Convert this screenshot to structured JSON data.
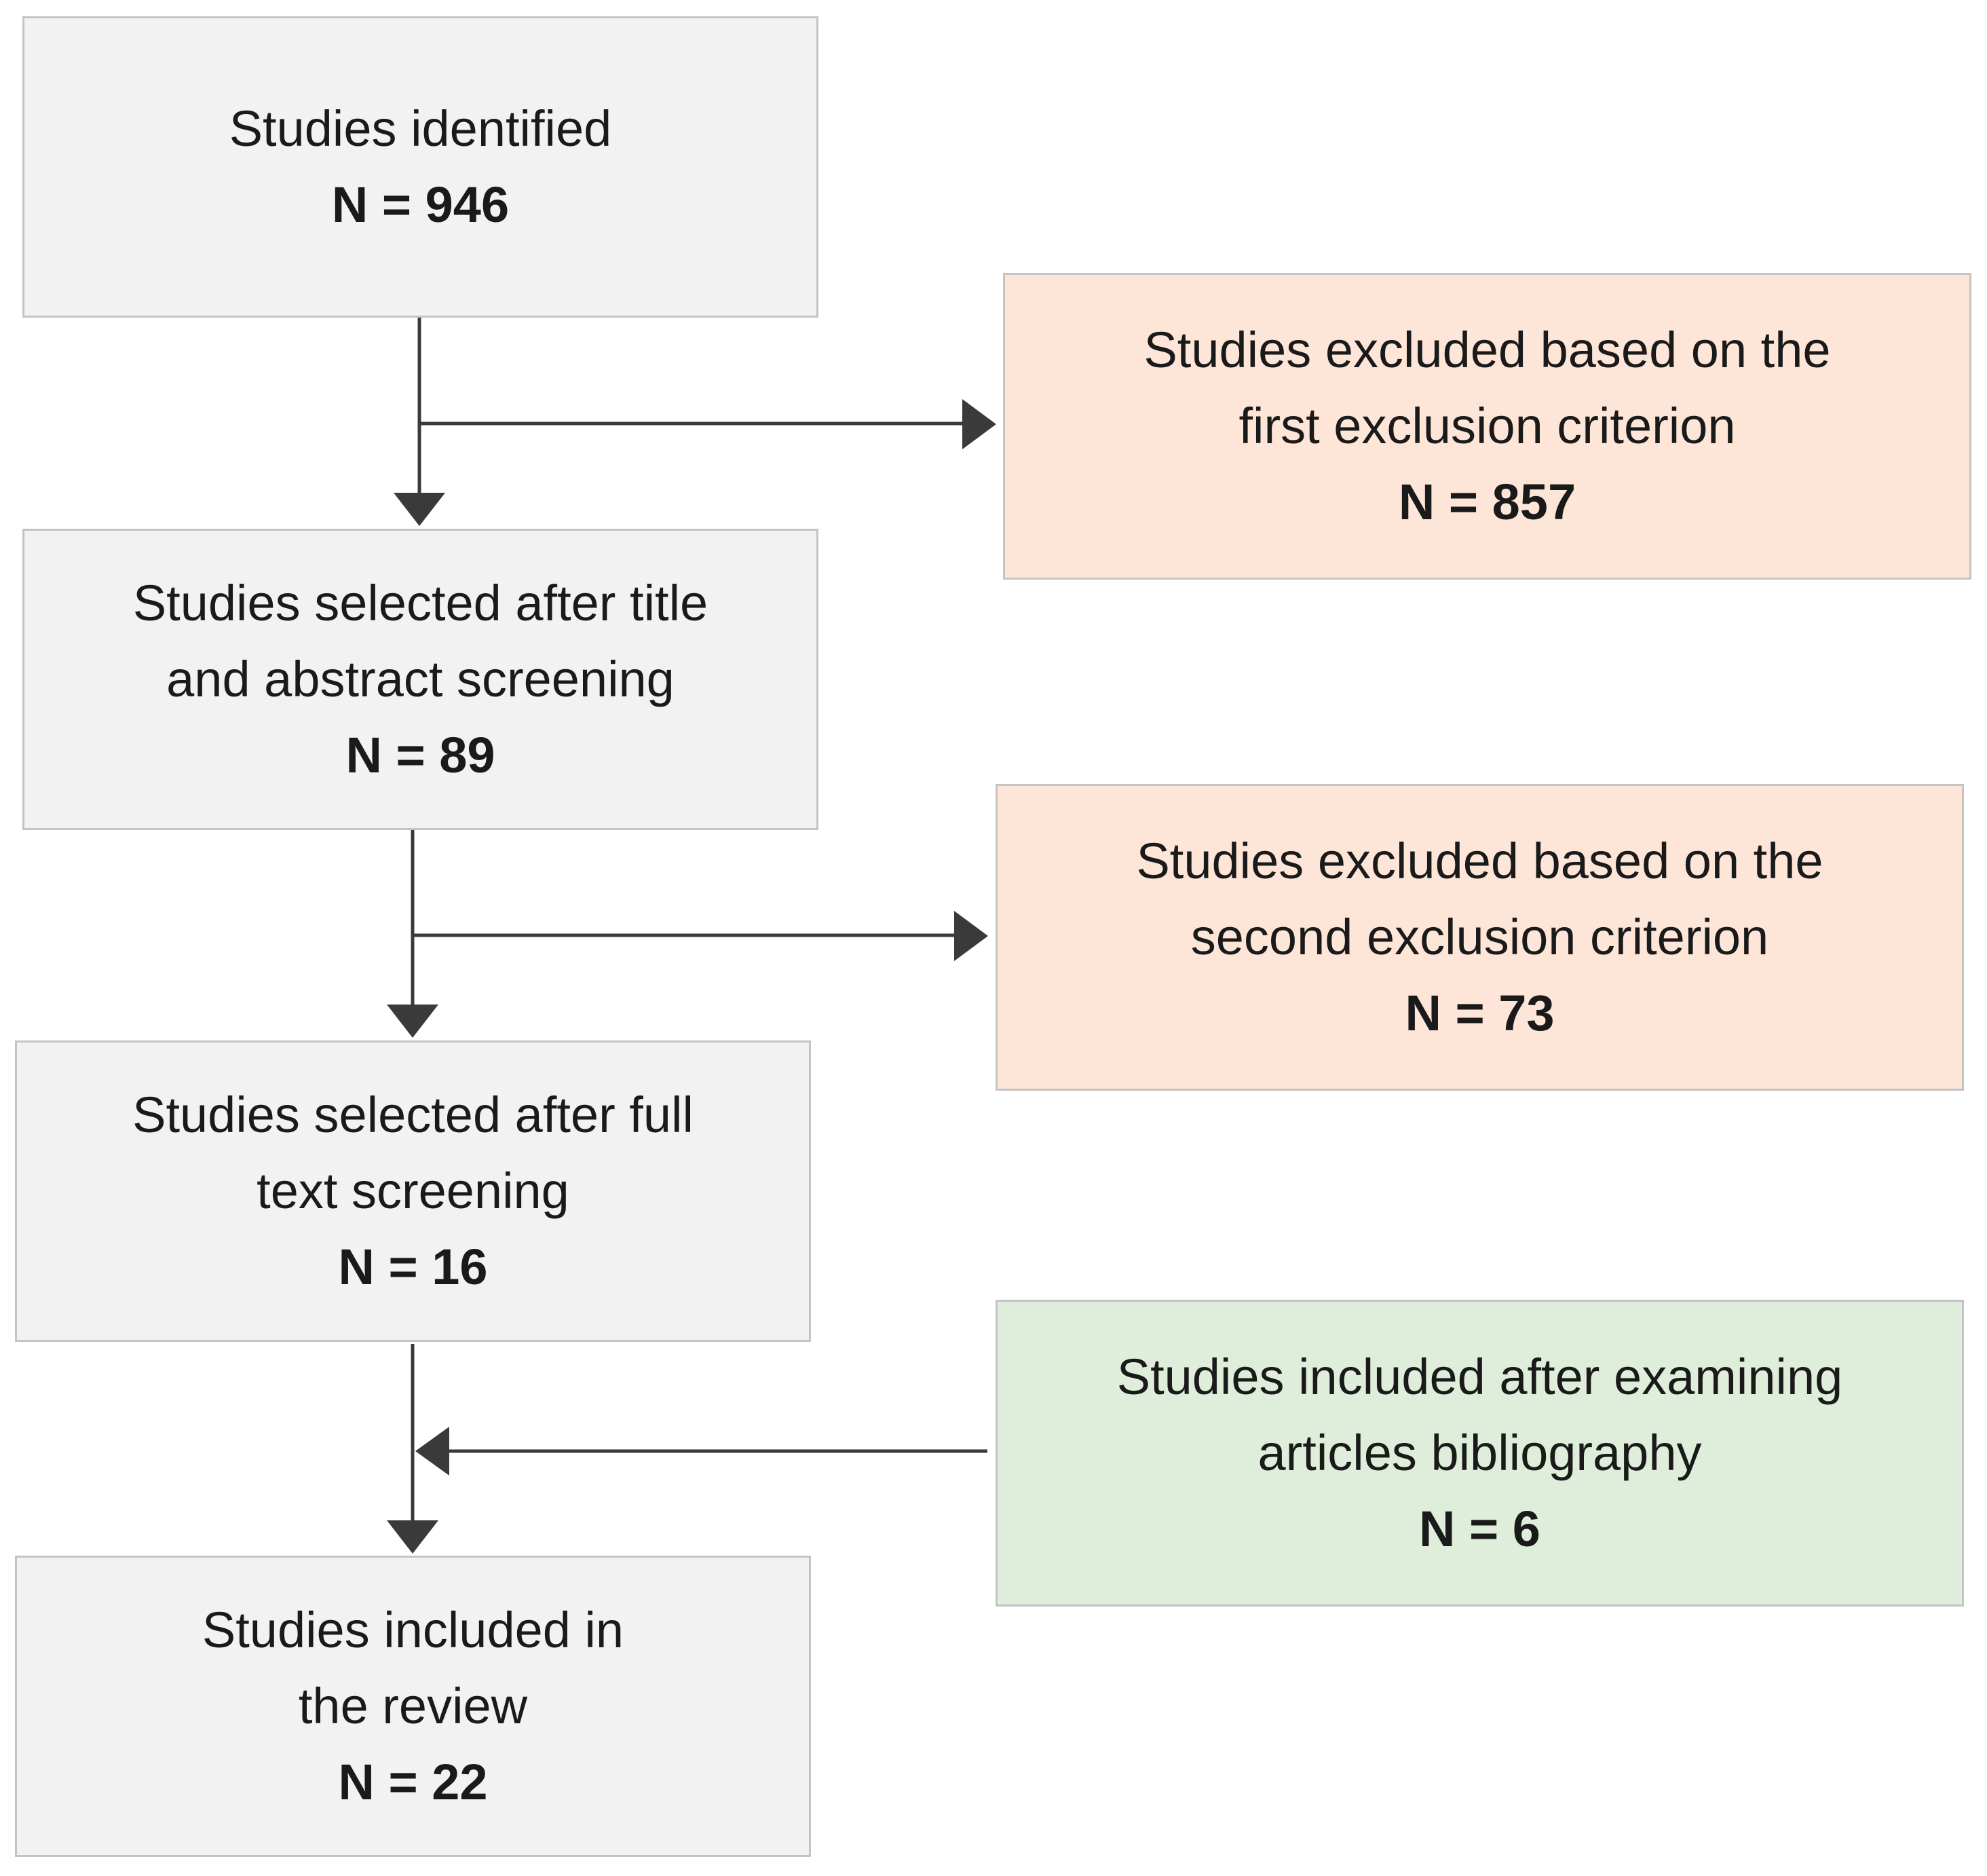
{
  "boxes": {
    "identified": {
      "label_lines": [
        "Studies identified"
      ],
      "count": "N = 946"
    },
    "title_abstract": {
      "label_lines": [
        "Studies selected after title",
        "and abstract screening"
      ],
      "count": "N = 89"
    },
    "full_text": {
      "label_lines": [
        "Studies selected after full",
        "text screening"
      ],
      "count": "N = 16"
    },
    "review": {
      "label_lines": [
        "Studies included in",
        "the review"
      ],
      "count": "N = 22"
    },
    "excluded_first": {
      "label_lines": [
        "Studies excluded based on the",
        "first exclusion criterion"
      ],
      "count": "N = 857"
    },
    "excluded_second": {
      "label_lines": [
        "Studies excluded based on the",
        "second exclusion criterion"
      ],
      "count": "N = 73"
    },
    "included_bibliography": {
      "label_lines": [
        "Studies included after examining",
        "articles bibliography"
      ],
      "count": "N = 6"
    }
  },
  "colors": {
    "neutral_fill": "#f2f2f2",
    "excluded_fill": "#fde5d8",
    "included_fill": "#dfeedb",
    "border": "#c4c4c4",
    "arrow": "#3a3a3a"
  }
}
